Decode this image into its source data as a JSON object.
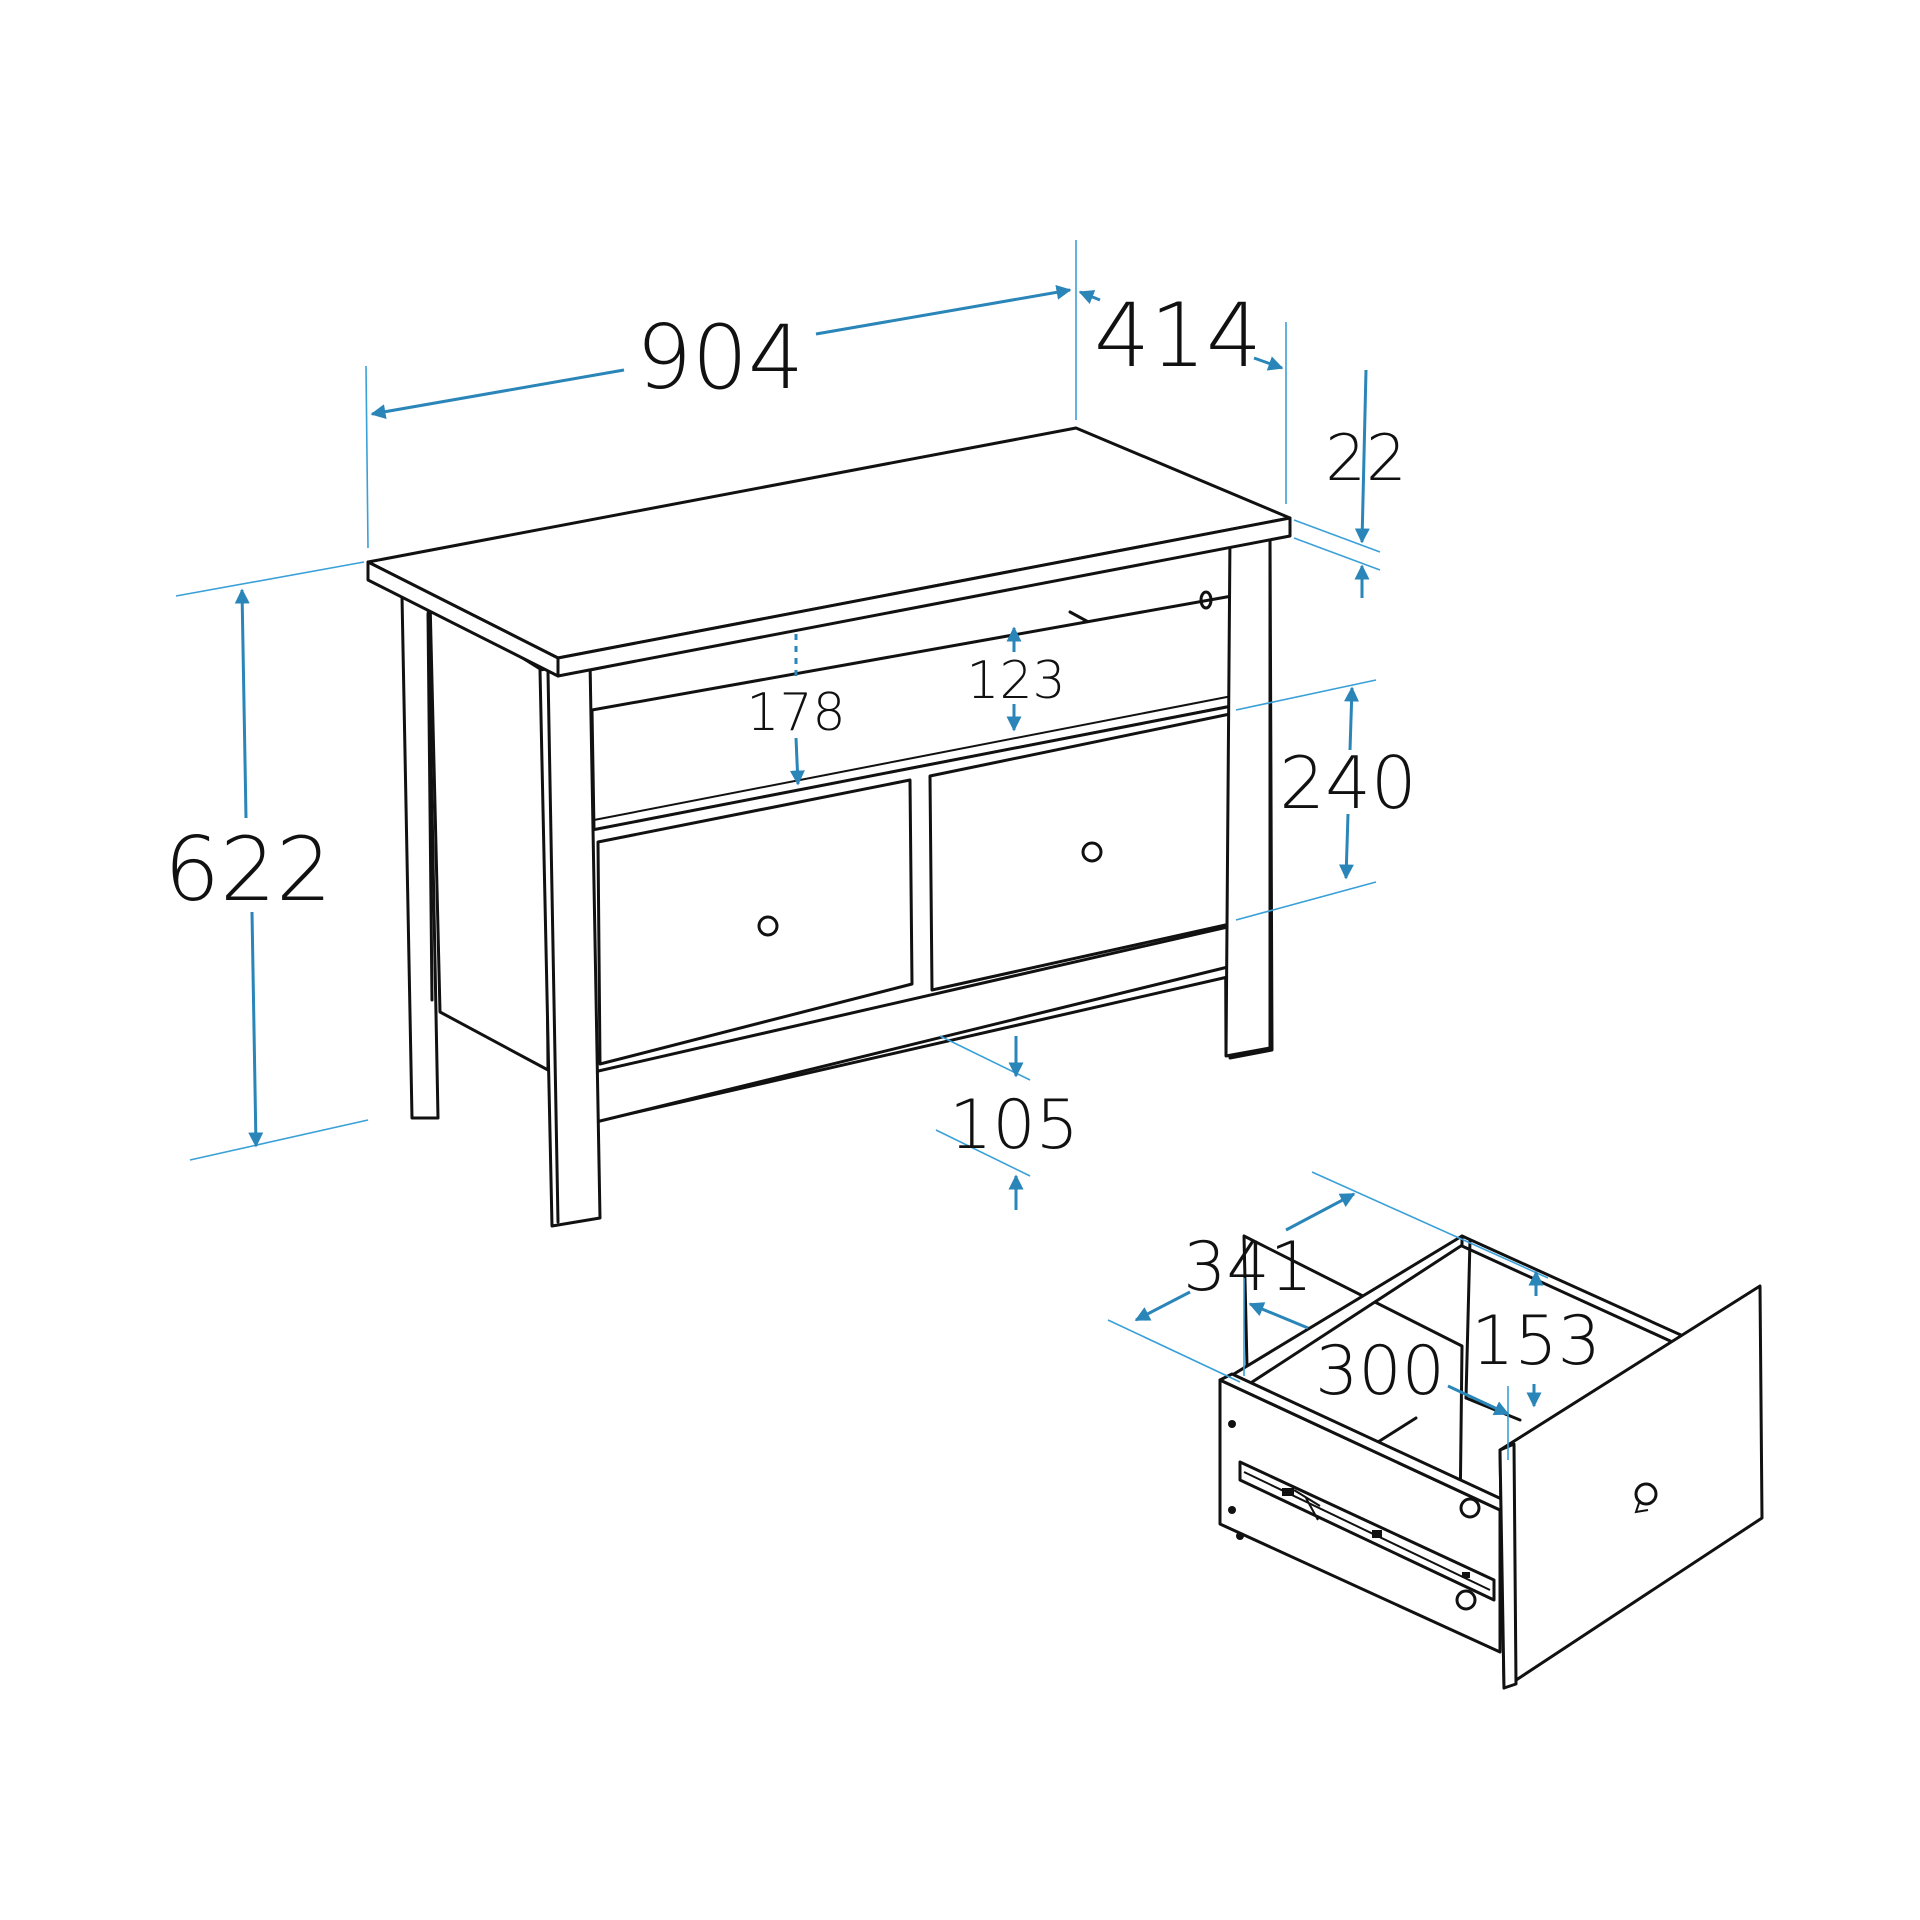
{
  "diagram": {
    "type": "furniture-dimension-drawing",
    "subject": "TV bench with 2 drawers",
    "units": "mm",
    "colors": {
      "outline": "#111111",
      "dimension": "#2a85b8",
      "extension": "#3aa0d8",
      "background": "#ffffff"
    },
    "cabinet_dimensions": {
      "width": "904",
      "depth": "414",
      "top_thickness": "22",
      "height": "622",
      "shelf_clearance_front": "178",
      "shelf_clearance_back": "123",
      "drawer_front_height": "240",
      "bottom_rail_clearance": "105"
    },
    "drawer_dimensions": {
      "outer_depth": "341",
      "inner_depth": "300",
      "inner_height": "153"
    }
  }
}
